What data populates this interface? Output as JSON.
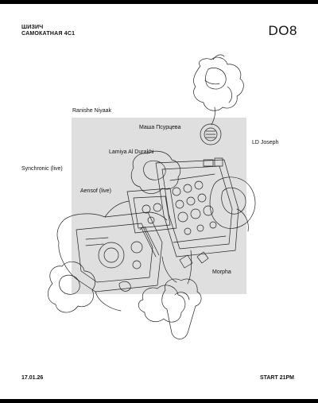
{
  "poster": {
    "venue_line1": "ШИЗИЧ",
    "venue_line2": "САМОКАТНАЯ 4С1",
    "edition": "DO8",
    "date": "17.01.26",
    "start": "START 21PM"
  },
  "artists": [
    "Ranishe Niyaak",
    "Маша Псурцева",
    "LD Joseph",
    "Lamiya Al Durakhi",
    "Synchronic (live)",
    "Aensof (live)",
    "Morpha"
  ],
  "colors": {
    "frame": "#000000",
    "paper": "#ffffff",
    "overlay": "#d9d9d9",
    "ink": "#111111"
  }
}
